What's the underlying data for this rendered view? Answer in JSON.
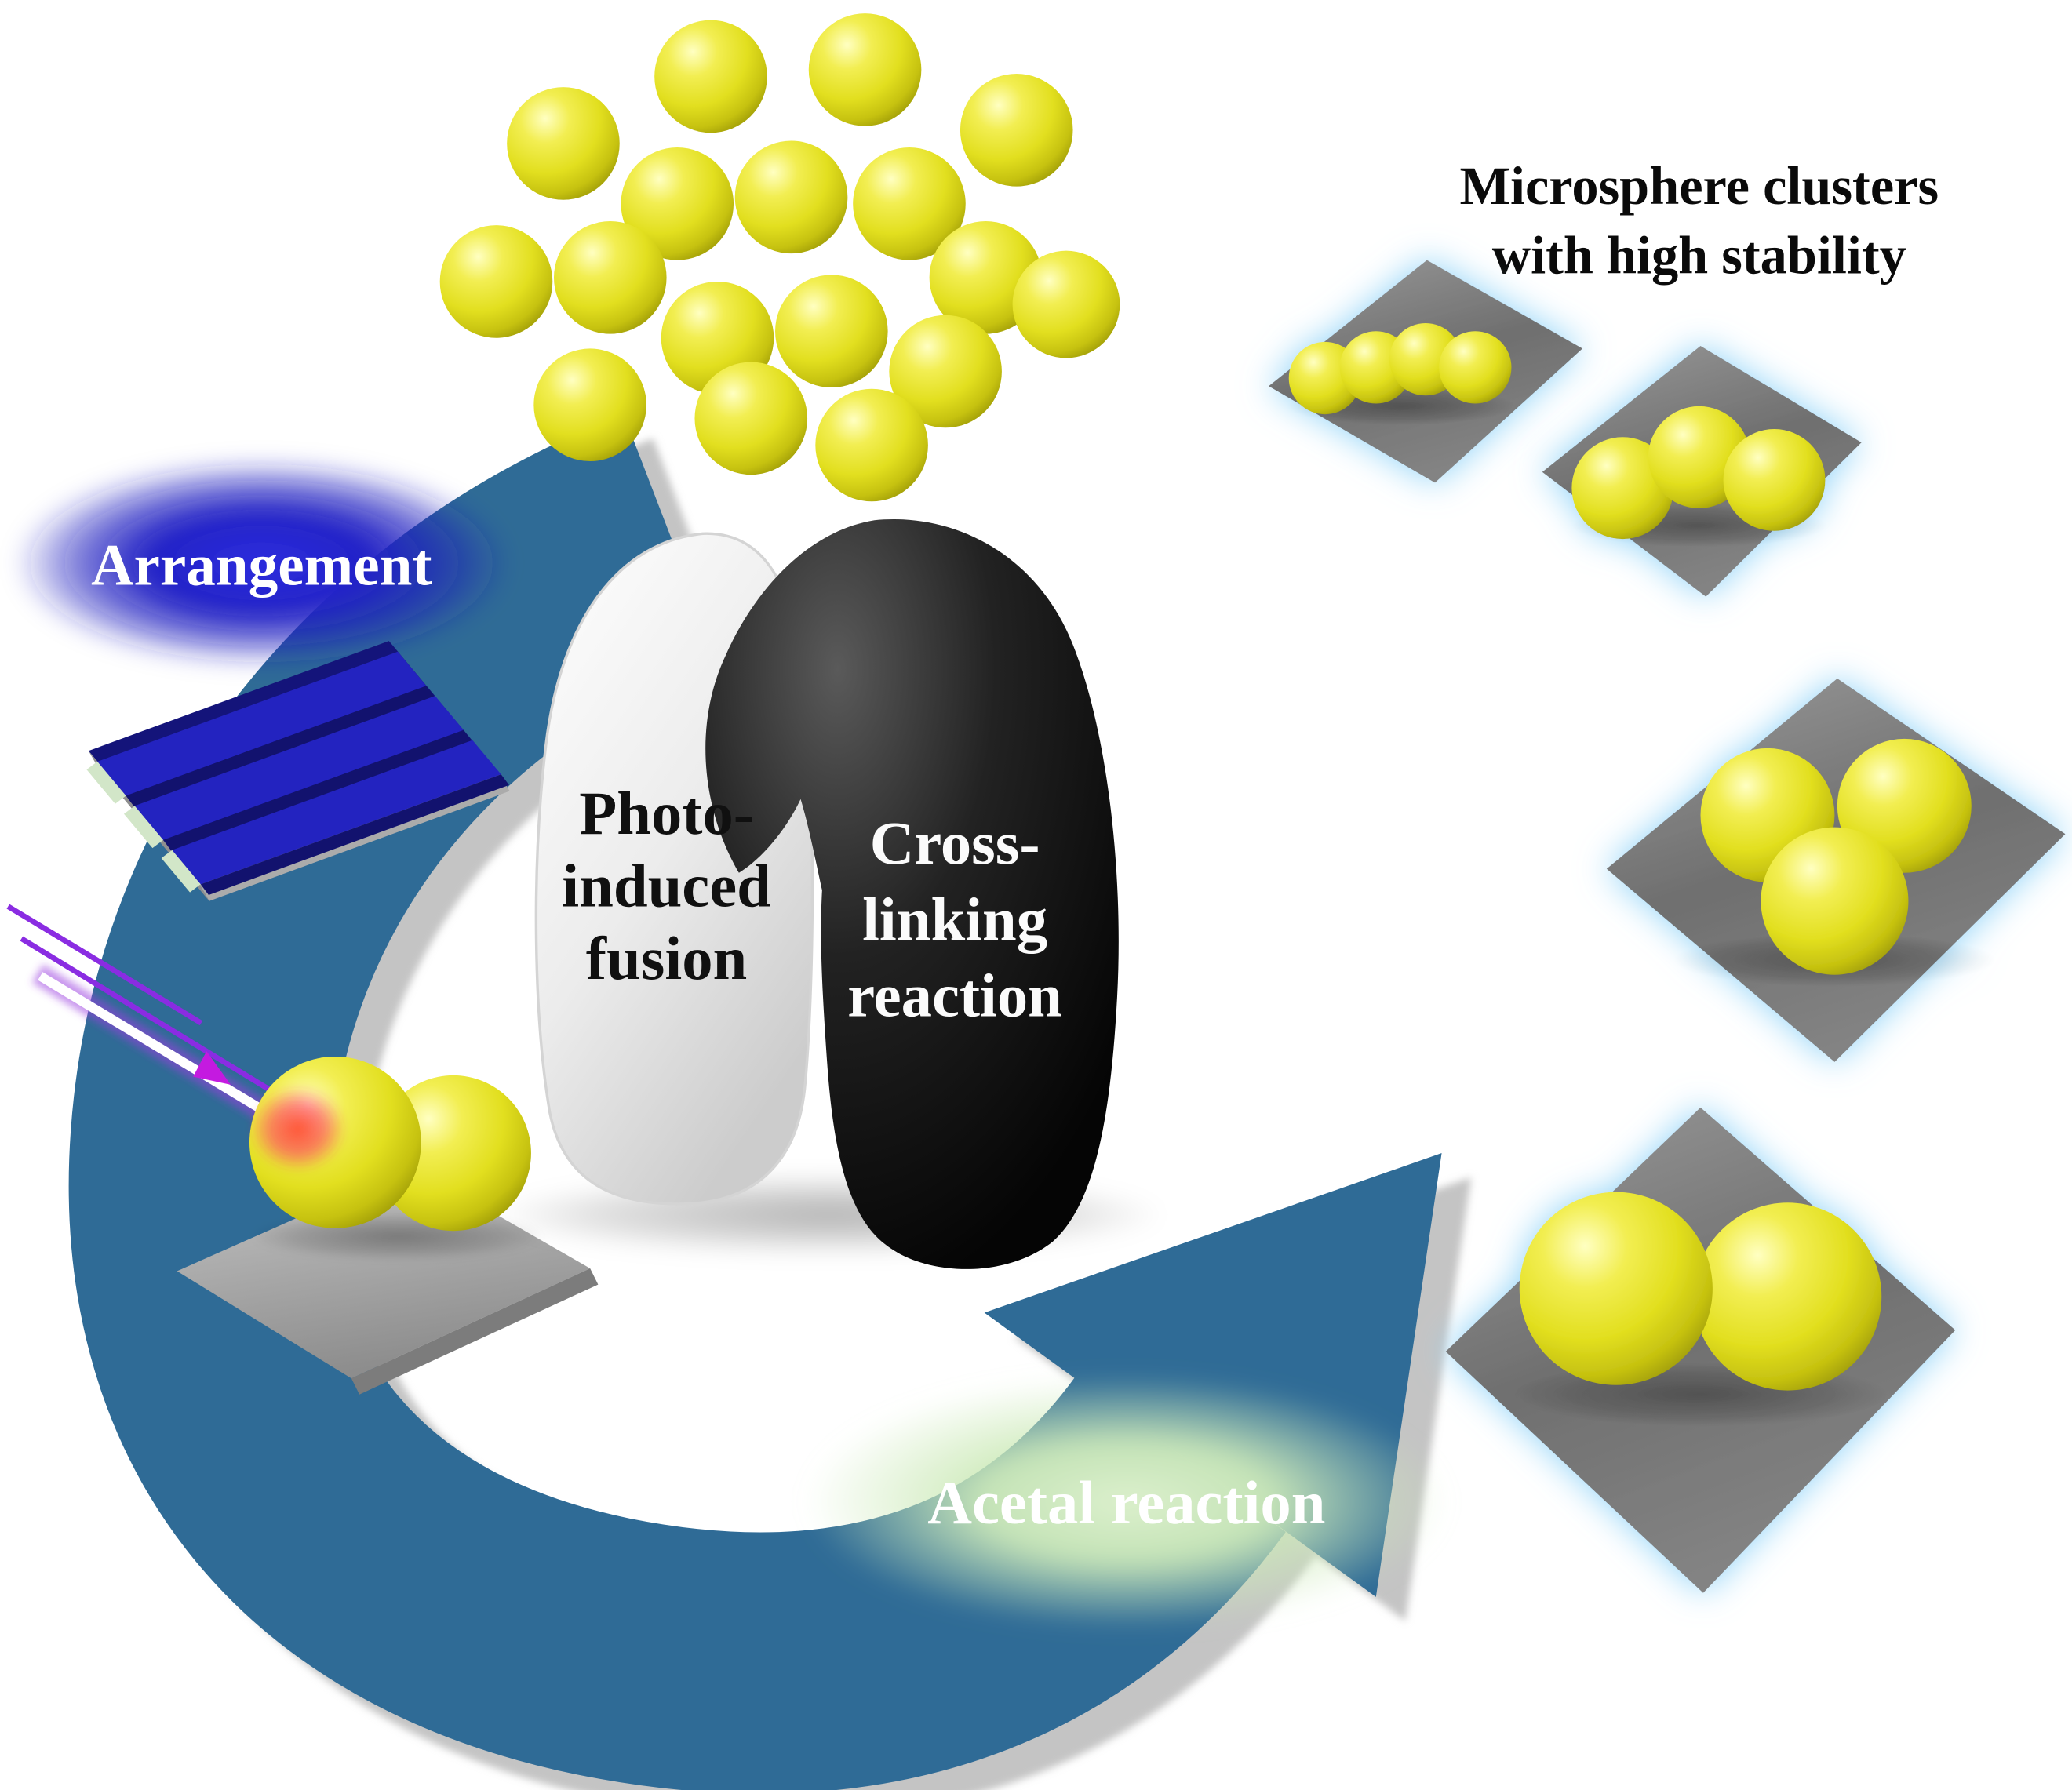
{
  "figure": {
    "title_lines": [
      "Microsphere clusters",
      "with high stability"
    ],
    "steps": {
      "arrangement": "Arrangement",
      "photo_fusion_lines": [
        "Photo-",
        "induced",
        "fusion"
      ],
      "crosslinking_lines": [
        "Cross-",
        "linking",
        "reaction"
      ],
      "acetal": "Acetal reaction"
    },
    "clusters": [
      {
        "name": "tetramer-row",
        "sphere_count": 4
      },
      {
        "name": "trimer-row",
        "sphere_count": 3
      },
      {
        "name": "trimer-triangle",
        "sphere_count": 3
      },
      {
        "name": "dimer",
        "sphere_count": 2
      }
    ],
    "colors": {
      "arrow_blue": "#2f6b96",
      "arrow_shadow": "#c4c4c4",
      "sphere_yellow": "#e6e228",
      "plate_glow": "#8ed2f8",
      "template_blue": "#2323c0",
      "arrangement_glow": "#2424c8",
      "acetal_glow": "#cdeab9",
      "laser_violet": "#9b3fe0"
    }
  }
}
